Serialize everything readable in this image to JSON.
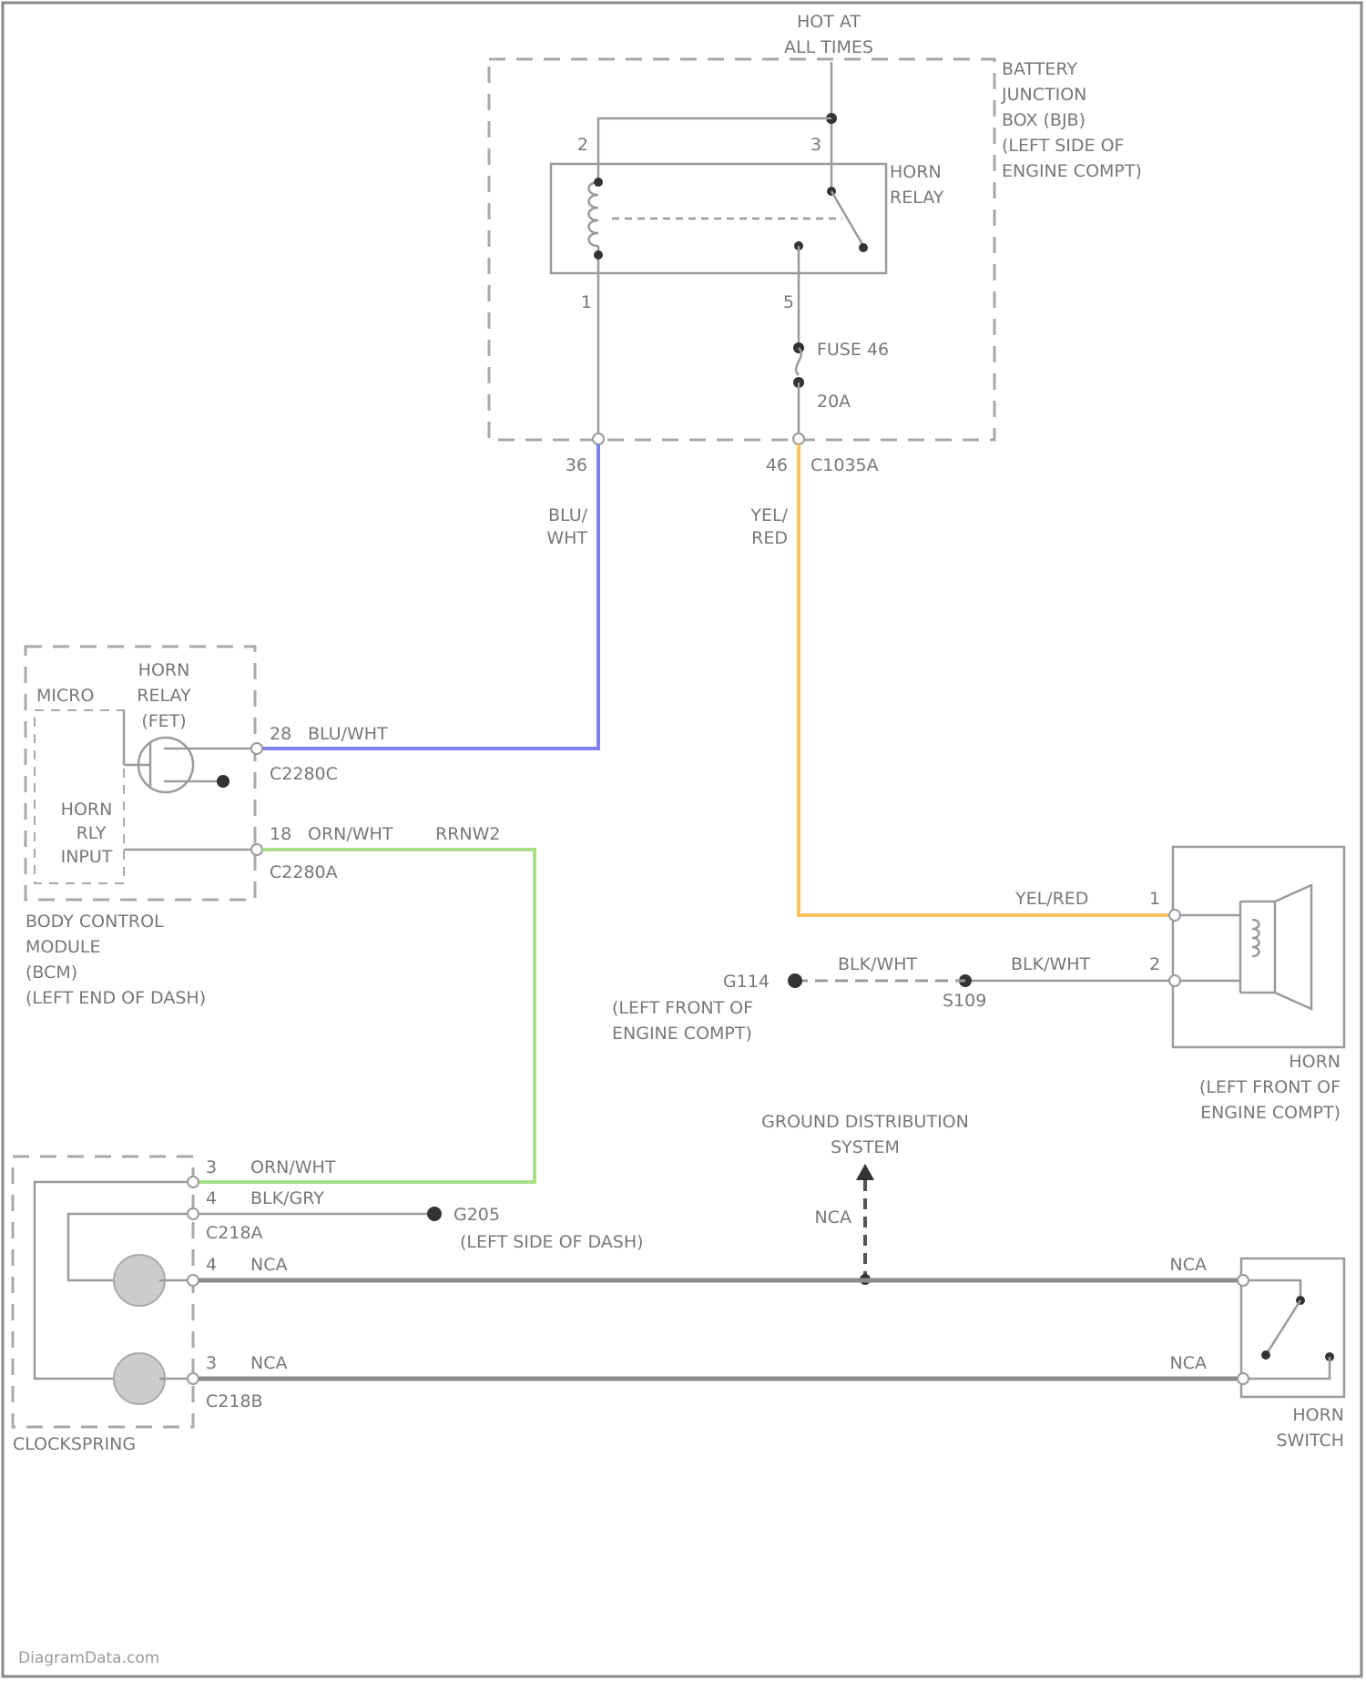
{
  "colors": {
    "blue_white_wire": "#8080f0",
    "yellow_red_wire": "#ffc060",
    "orange_white_wire": "#a8e08a",
    "frame": "#888888",
    "line": "#9a9a9a",
    "text": "#777777"
  },
  "top": {
    "hot_line1": "HOT AT",
    "hot_line2": "ALL TIMES"
  },
  "bjb": {
    "label": [
      "BATTERY",
      "JUNCTION",
      "BOX (BJB)",
      "(LEFT SIDE OF",
      "ENGINE COMPT)"
    ],
    "horn_relay": [
      "HORN",
      "RELAY"
    ],
    "pin1": "1",
    "pin2": "2",
    "pin3": "3",
    "pin5": "5",
    "fuse_name": "FUSE 46",
    "fuse_rating": "20A",
    "pin36": "36",
    "pin46": "46",
    "connector": "C1035A"
  },
  "wires": {
    "blu": "BLU/",
    "wht": "WHT",
    "yel": "YEL/",
    "red": "RED",
    "bcm_28": "28",
    "bcm_28_color": "BLU/WHT",
    "bcm_c2280c": "C2280C",
    "bcm_18": "18",
    "bcm_18_color": "ORN/WHT",
    "bcm_18_circuit": "RRNW2",
    "bcm_c2280a": "C2280A"
  },
  "bcm": {
    "micro": "MICRO",
    "relay": [
      "HORN",
      "RELAY",
      "(FET)"
    ],
    "input": [
      "HORN",
      "RLY",
      "INPUT"
    ],
    "label": [
      "BODY CONTROL",
      "MODULE",
      "(BCM)",
      "(LEFT END OF DASH)"
    ]
  },
  "horn": {
    "pin1": "1",
    "pin2": "2",
    "wire1_color": "YEL/RED",
    "wire2a_color": "BLK/WHT",
    "wire2b_color": "BLK/WHT",
    "g114": "G114",
    "g114_loc": [
      "(LEFT FRONT OF",
      "ENGINE COMPT)"
    ],
    "s109": "S109",
    "label": [
      "HORN",
      "(LEFT FRONT OF",
      "ENGINE COMPT)"
    ]
  },
  "ground": {
    "label": [
      "GROUND DISTRIBUTION",
      "SYSTEM"
    ],
    "nca": "NCA"
  },
  "clockspring": {
    "pin3": "3",
    "pin3_color": "ORN/WHT",
    "pin4": "4",
    "pin4_color": "BLK/GRY",
    "c218a": "C218A",
    "g205": "G205",
    "g205_loc": "(LEFT SIDE OF DASH)",
    "pinb4": "4",
    "pinb4_color": "NCA",
    "pinb3": "3",
    "pinb3_color": "NCA",
    "c218b": "C218B",
    "label": "CLOCKSPRING"
  },
  "switch": {
    "nca_top": "NCA",
    "nca_bottom": "NCA",
    "label": [
      "HORN",
      "SWITCH"
    ]
  },
  "watermark": "DiagramData.com"
}
